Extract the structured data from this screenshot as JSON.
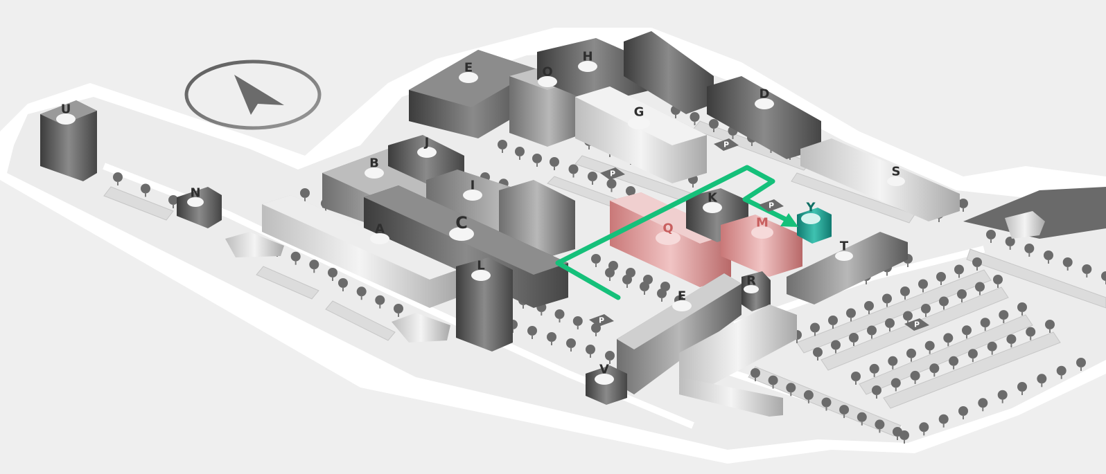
{
  "map": {
    "compass": {
      "icon": "compass-arrow-icon"
    },
    "colors": {
      "background": "#efefef",
      "ground": "#ffffff",
      "lot": "#e2e2e2",
      "building_dark": "#5e5e5e",
      "building_light": "#c9c9c9",
      "highlight": "#d98f8f",
      "destination": "#1e9e8f",
      "route": "#15c07a",
      "tree": "#6d6d6d"
    },
    "buildings": [
      {
        "id": "U",
        "label": "U"
      },
      {
        "id": "N",
        "label": "N"
      },
      {
        "id": "B",
        "label": "B"
      },
      {
        "id": "J",
        "label": "J"
      },
      {
        "id": "E1",
        "label": "E"
      },
      {
        "id": "O",
        "label": "O"
      },
      {
        "id": "H",
        "label": "H"
      },
      {
        "id": "G",
        "label": "G"
      },
      {
        "id": "D",
        "label": "D"
      },
      {
        "id": "I",
        "label": "I"
      },
      {
        "id": "C",
        "label": "C"
      },
      {
        "id": "A",
        "label": "A"
      },
      {
        "id": "L",
        "label": "L"
      },
      {
        "id": "Q",
        "label": "Q"
      },
      {
        "id": "K",
        "label": "K"
      },
      {
        "id": "M",
        "label": "M"
      },
      {
        "id": "Y",
        "label": "Y"
      },
      {
        "id": "S",
        "label": "S"
      },
      {
        "id": "T",
        "label": "T"
      },
      {
        "id": "E2",
        "label": "E"
      },
      {
        "id": "R",
        "label": "R"
      },
      {
        "id": "V",
        "label": "V"
      }
    ],
    "parking": [
      {
        "id": "P1",
        "label": "P"
      },
      {
        "id": "P2",
        "label": "P"
      },
      {
        "id": "P3",
        "label": "P"
      },
      {
        "id": "P4",
        "label": "P"
      },
      {
        "id": "P5",
        "label": "P"
      }
    ],
    "route": {
      "destination": "Y"
    }
  }
}
